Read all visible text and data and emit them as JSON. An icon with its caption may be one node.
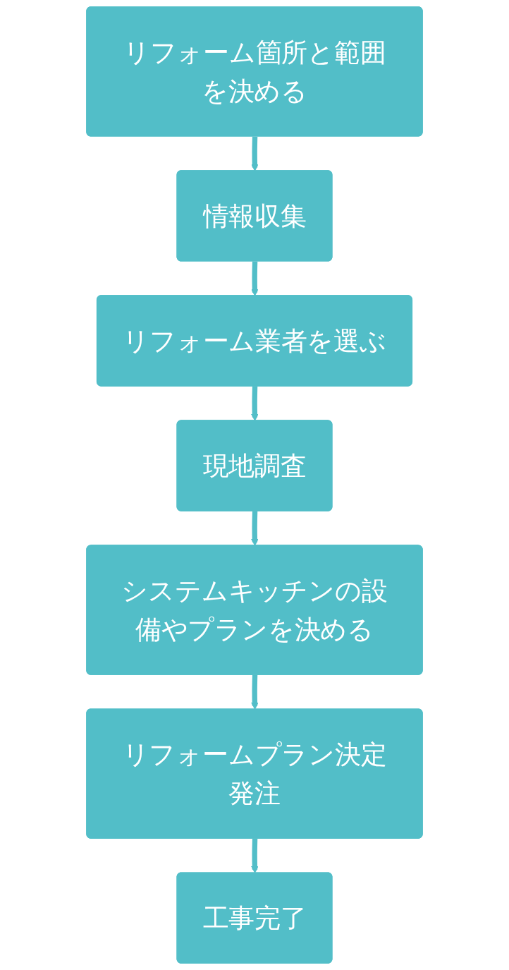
{
  "diagram": {
    "nodes": [
      {
        "text": [
          "リフォーム箇所と範囲を決める"
        ]
      },
      {
        "text": [
          "情報収集"
        ]
      },
      {
        "text": [
          "リフォーム業者を選ぶ"
        ]
      },
      {
        "text": [
          "現地調査"
        ]
      },
      {
        "text": [
          "システムキッチンの設備やプランを決める"
        ]
      },
      {
        "text": [
          "リフォームプラン決定発注"
        ]
      },
      {
        "text": [
          "工事完了"
        ]
      }
    ],
    "edges": [
      {
        "from": 0,
        "to": 1,
        "arrow": "to"
      },
      {
        "from": 1,
        "to": 2,
        "arrow": "to"
      },
      {
        "from": 2,
        "to": 3,
        "arrow": "to"
      },
      {
        "from": 3,
        "to": 4,
        "arrow": "to"
      },
      {
        "from": 4,
        "to": 5,
        "arrow": "to"
      },
      {
        "from": 5,
        "to": 6,
        "arrow": "to"
      }
    ]
  }
}
